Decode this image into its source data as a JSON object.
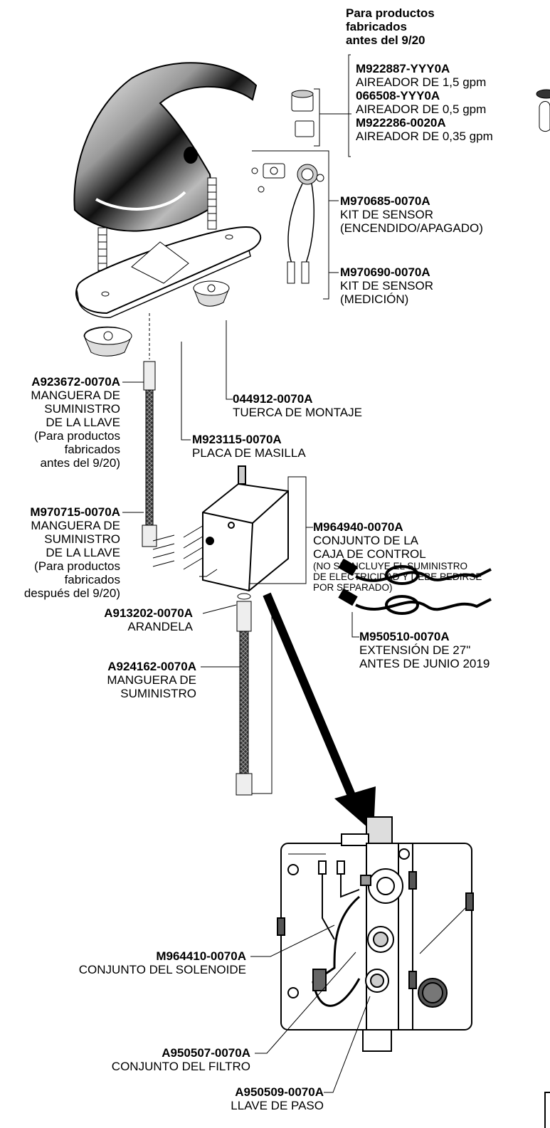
{
  "header": {
    "line1": "Para productos",
    "line2": "fabricados",
    "line3": "antes del 9/20"
  },
  "aerators": [
    {
      "part": "M922887-YYY0A",
      "desc": "AIREADOR DE 1,5 gpm"
    },
    {
      "part": "066508-YYY0A",
      "desc": "AIREADOR DE 0,5 gpm"
    },
    {
      "part": "M922286-0020A",
      "desc": "AIREADOR DE 0,35 gpm"
    }
  ],
  "parts": {
    "sensor_onoff": {
      "part": "M970685-0070A",
      "line1": "KIT DE SENSOR",
      "line2": "(ENCENDIDO/APAGADO)"
    },
    "sensor_meter": {
      "part": "M970690-0070A",
      "line1": "KIT DE SENSOR",
      "line2": "(MEDICIÓN)"
    },
    "mount_nut": {
      "part": "044912-0070A",
      "line1": "TUERCA DE MONTAJE"
    },
    "putty_plate": {
      "part": "M923115-0070A",
      "line1": "PLACA DE MASILLA"
    },
    "hose_before": {
      "part": "A923672-0070A",
      "line1": "MANGUERA DE",
      "line2": "SUMINISTRO",
      "line3": "DE LA LLAVE",
      "line4": "(Para productos",
      "line5": "fabricados",
      "line6": "antes del 9/20)"
    },
    "hose_after": {
      "part": "M970715-0070A",
      "line1": "MANGUERA DE",
      "line2": "SUMINISTRO",
      "line3": "DE LA LLAVE",
      "line4": "(Para productos",
      "line5": "fabricados",
      "line6": "después del 9/20)"
    },
    "control_box": {
      "part": "M964940-0070A",
      "line1": "CONJUNTO DE LA",
      "line2": "CAJA DE CONTROL",
      "note1": "(NO SE INCLUYE EL SUMINISTRO",
      "note2": "DE ELECTRICIDAD Y DEBE PEDIRSE",
      "note3": "POR SEPARADO)"
    },
    "washer": {
      "part": "A913202-0070A",
      "line1": "ARANDELA"
    },
    "supply_hose": {
      "part": "A924162-0070A",
      "line1": "MANGUERA DE",
      "line2": "SUMINISTRO"
    },
    "extension": {
      "part": "M950510-0070A",
      "line1": "EXTENSIÓN DE 27\"",
      "line2": "ANTES DE JUNIO 2019"
    },
    "solenoid": {
      "part": "M964410-0070A",
      "line1": "CONJUNTO DEL SOLENOIDE"
    },
    "filter": {
      "part": "A950507-0070A",
      "line1": "CONJUNTO DEL FILTRO"
    },
    "stop_valve": {
      "part": "A950509-0070A",
      "line1": "LLAVE DE PASO"
    }
  }
}
